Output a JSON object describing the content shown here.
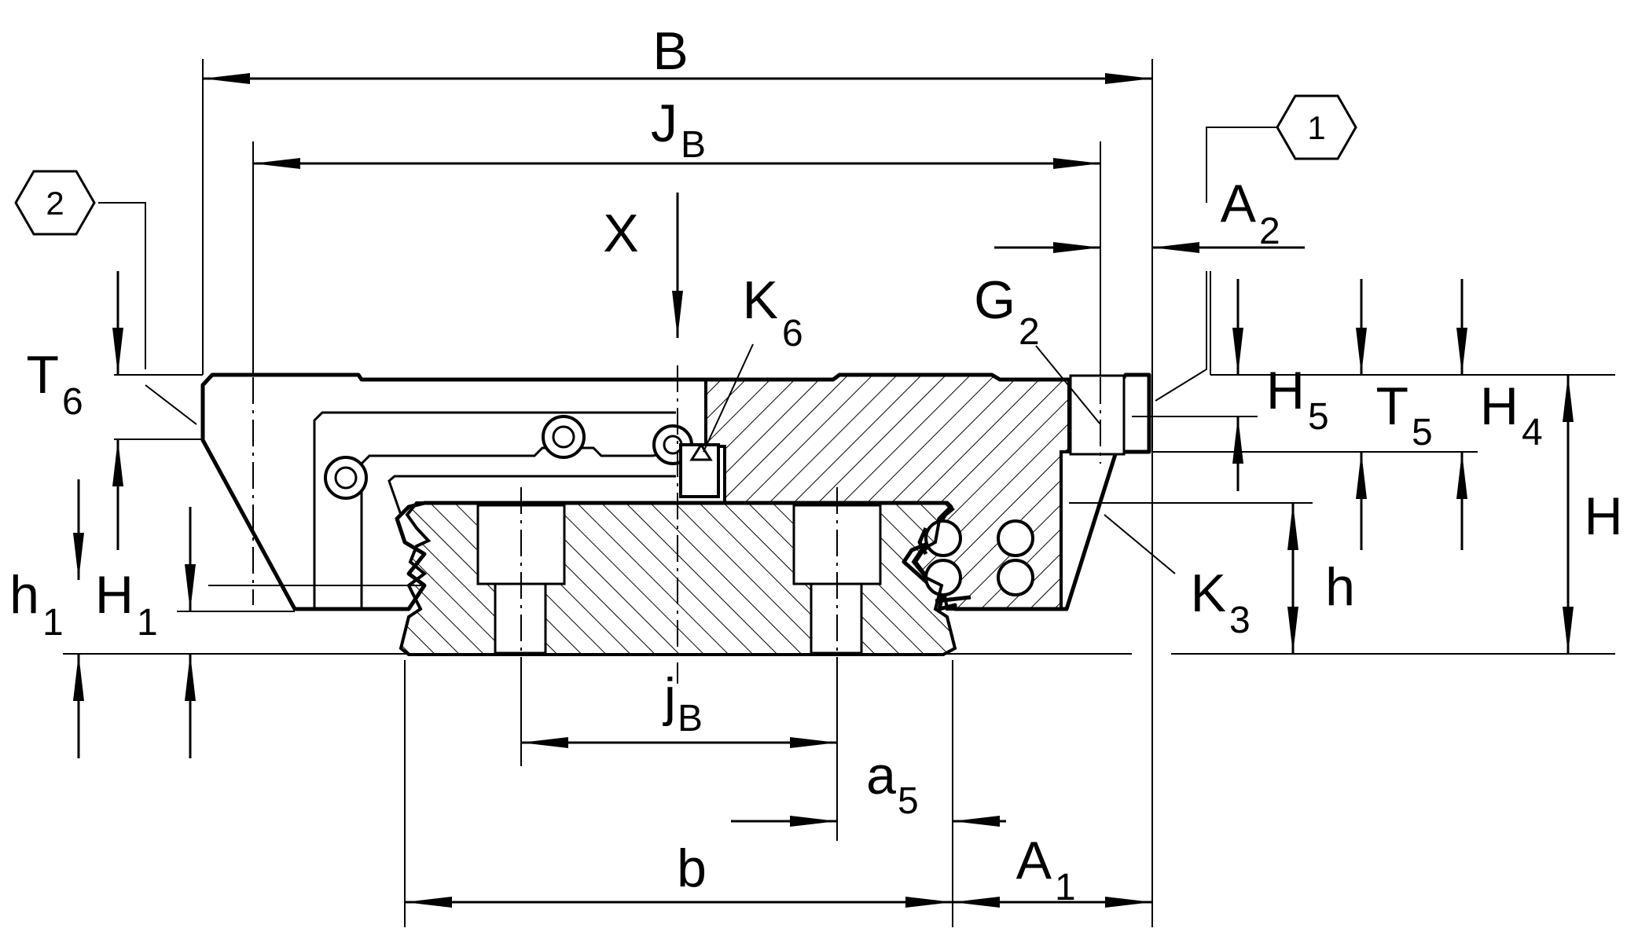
{
  "labels": {
    "B": "B",
    "JB": "J",
    "JB_sub": "B",
    "X": "X",
    "K6": "K",
    "K6_sub": "6",
    "A2": "A",
    "A2_sub": "2",
    "G2": "G",
    "G2_sub": "2",
    "T6": "T",
    "T6_sub": "6",
    "H5": "H",
    "H5_sub": "5",
    "T5": "T",
    "T5_sub": "5",
    "H4": "H",
    "H4_sub": "4",
    "H": "H",
    "h": "h",
    "K3": "K",
    "K3_sub": "3",
    "h1": "h",
    "h1_sub": "1",
    "H1": "H",
    "H1_sub": "1",
    "jB": "j",
    "jB_sub": "B",
    "a5": "a",
    "a5_sub": "5",
    "b": "b",
    "A1": "A",
    "A1_sub": "1"
  },
  "callouts": {
    "one": "1",
    "two": "2"
  }
}
